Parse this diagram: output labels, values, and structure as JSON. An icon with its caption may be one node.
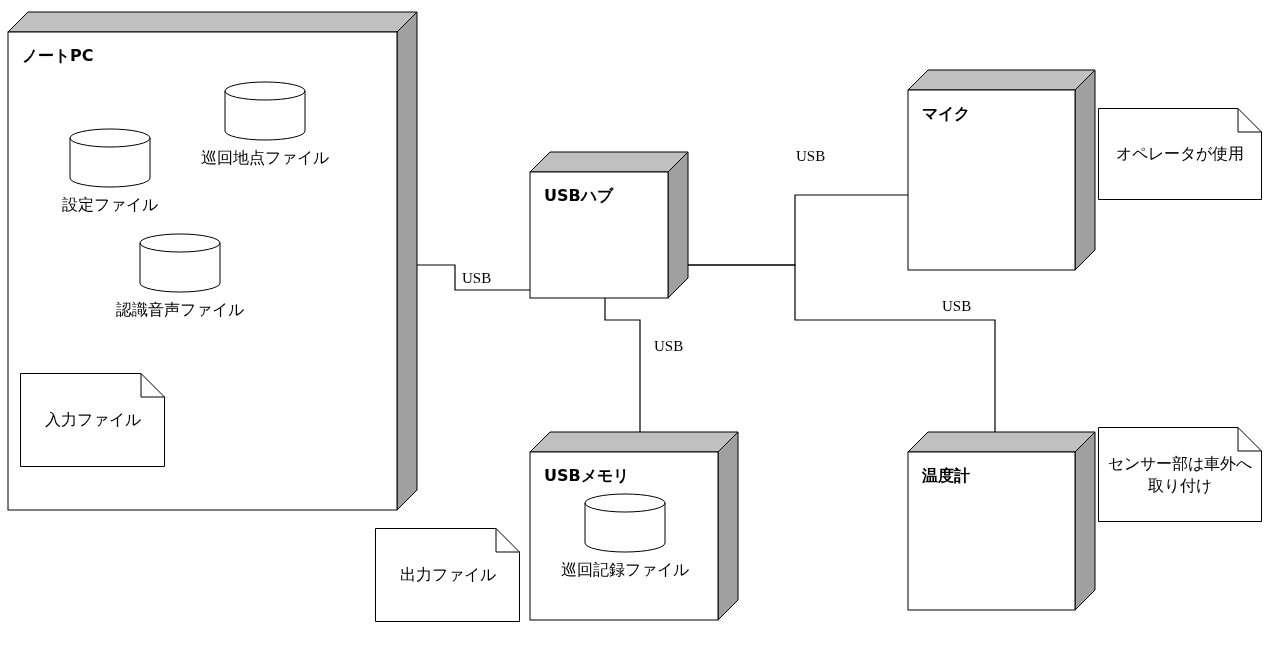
{
  "diagram": {
    "nodes": [
      {
        "text": [
          "ノートPC"
        ]
      },
      {
        "text": [
          "設定ファイル"
        ],
        "in": 0
      },
      {
        "text": [
          "巡回地点ファイル"
        ],
        "in": 0
      },
      {
        "text": [
          "認識音声ファイル"
        ],
        "in": 0
      },
      {
        "text": [
          "入力ファイル"
        ],
        "in": 0
      },
      {
        "text": [
          "USBハブ"
        ]
      },
      {
        "text": [
          "マイク"
        ]
      },
      {
        "text": [
          "オペレータが使用"
        ]
      },
      {
        "text": [
          "USBメモリ"
        ]
      },
      {
        "text": [
          "巡回記録ファイル"
        ],
        "in": 8
      },
      {
        "text": [
          "出力ファイル"
        ]
      },
      {
        "text": [
          "温度計"
        ]
      },
      {
        "text": [
          "センサー部は車外へ取り付け"
        ]
      }
    ],
    "edges": [
      {
        "from": 0,
        "to": 5,
        "arrow": "none",
        "label": "USB"
      },
      {
        "from": 5,
        "to": 6,
        "arrow": "none",
        "label": "USB"
      },
      {
        "from": 5,
        "to": 11,
        "arrow": "none",
        "label": "USB"
      },
      {
        "from": 5,
        "to": 8,
        "arrow": "none",
        "label": "USB"
      }
    ]
  }
}
